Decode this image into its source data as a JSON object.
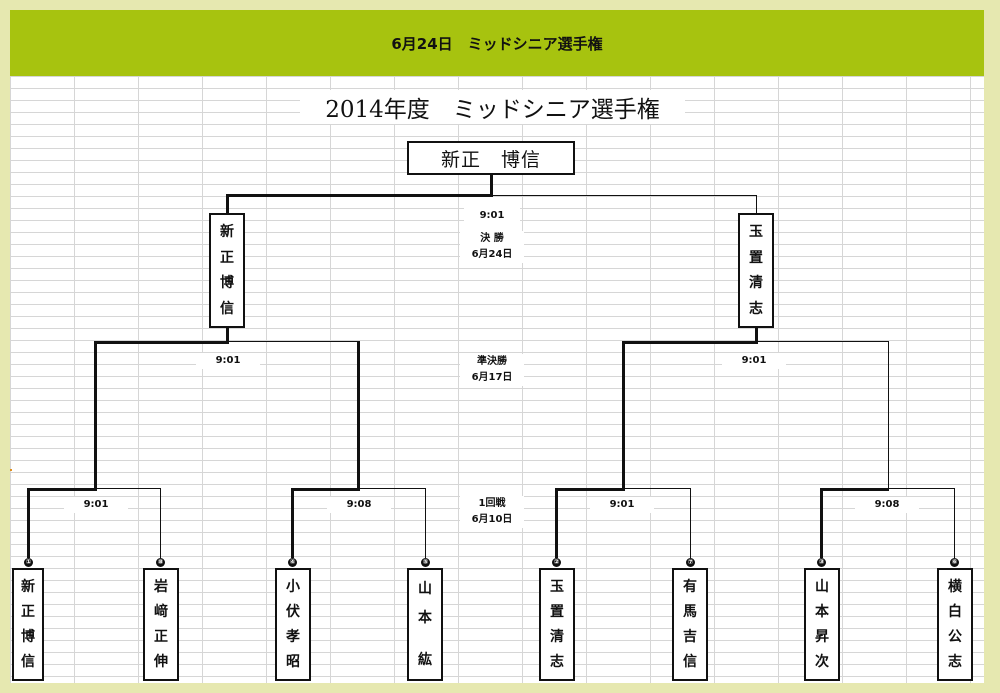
{
  "header": {
    "title": "6月24日　ミッドシニア選手権"
  },
  "tournament": {
    "title": "2014年度　ミッドシニア選手権",
    "champion": "新正　博信"
  },
  "rounds": {
    "final": {
      "time": "9:01",
      "name": "決 勝",
      "date": "6月24日"
    },
    "semi": {
      "name": "準決勝",
      "date": "6月17日",
      "left_time": "9:01",
      "right_time": "9:01"
    },
    "first": {
      "name": "1回戦",
      "date": "6月10日",
      "times": [
        "9:01",
        "9:08",
        "9:01",
        "9:08"
      ]
    }
  },
  "finalists": {
    "left": [
      "新",
      "正",
      "博",
      "信"
    ],
    "right": [
      "玉",
      "置",
      "清",
      "志"
    ]
  },
  "players": [
    {
      "seed": "①",
      "chars": [
        "新",
        "正",
        "博",
        "信"
      ]
    },
    {
      "seed": "⑧",
      "chars": [
        "岩",
        "﨑",
        "正",
        "伸"
      ]
    },
    {
      "seed": "④",
      "chars": [
        "小",
        "伏",
        "孝",
        "昭"
      ]
    },
    {
      "seed": "⑤",
      "chars": [
        "山",
        "本",
        "",
        "紘"
      ]
    },
    {
      "seed": "②",
      "chars": [
        "玉",
        "置",
        "清",
        "志"
      ]
    },
    {
      "seed": "⑦",
      "chars": [
        "有",
        "馬",
        "吉",
        "信"
      ]
    },
    {
      "seed": "③",
      "chars": [
        "山",
        "本",
        "昇",
        "次"
      ]
    },
    {
      "seed": "⑥",
      "chars": [
        "横",
        "白",
        "公",
        "志"
      ]
    }
  ],
  "colors": {
    "header": "#a7c30f",
    "background": "#e6e8b0",
    "line": "#111111"
  }
}
